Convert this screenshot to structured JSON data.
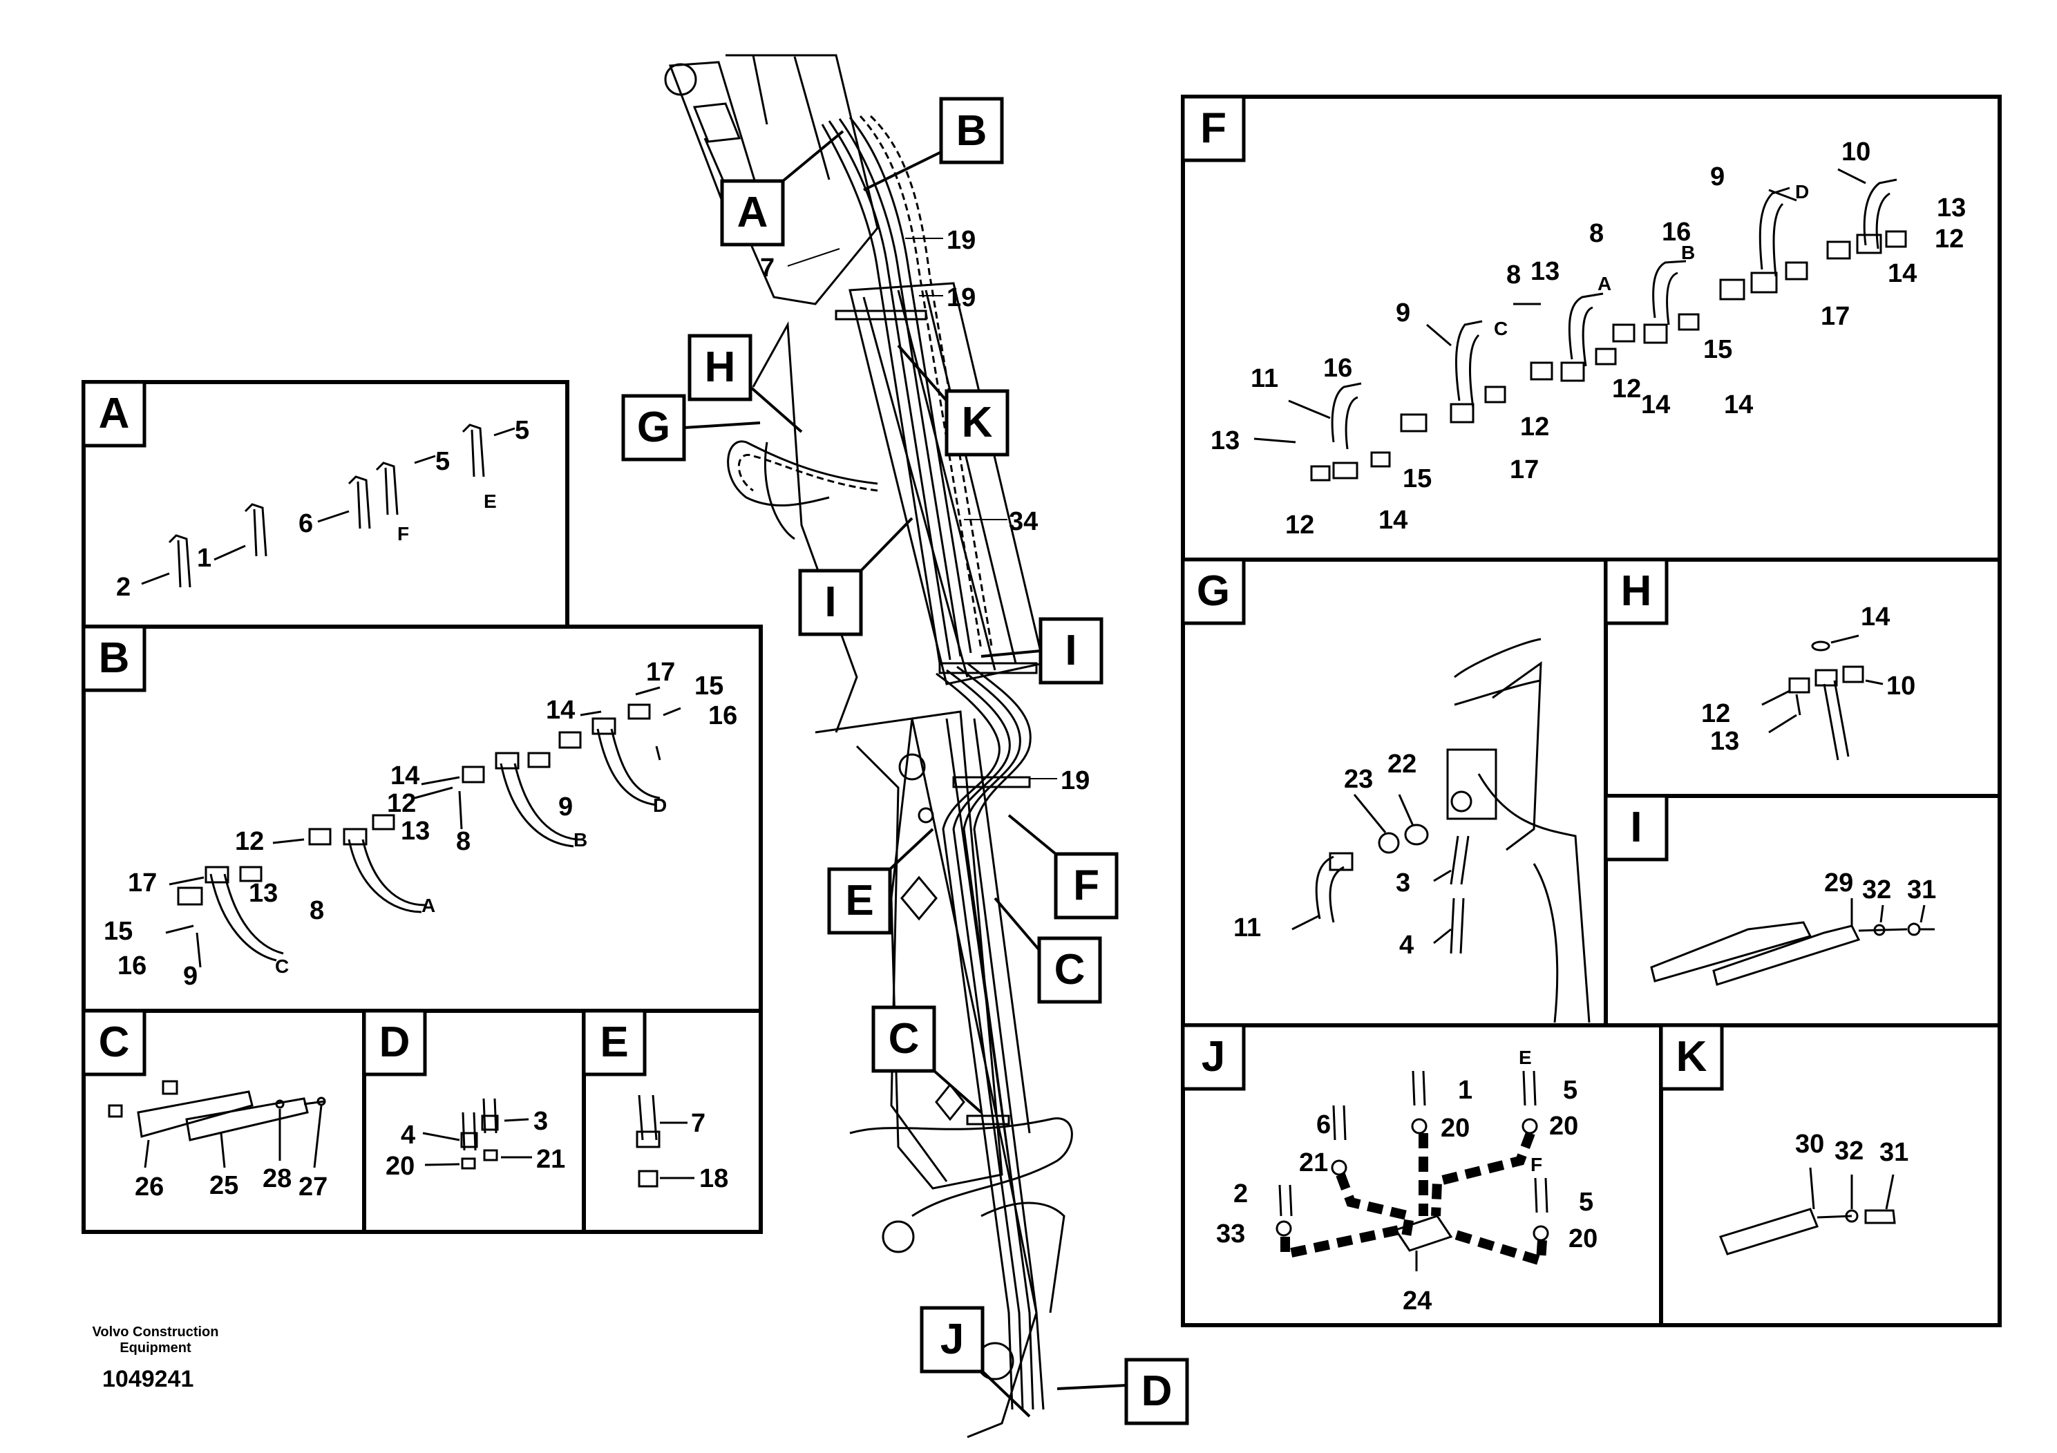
{
  "drawing": {
    "brand": "Volvo Construction Equipment",
    "document_number": "1049241"
  },
  "main_view": {
    "location_tags": [
      "A",
      "B",
      "G",
      "H",
      "K",
      "I",
      "I",
      "E",
      "F",
      "C",
      "C",
      "J",
      "D"
    ],
    "callouts": [
      "19",
      "19",
      "7",
      "34",
      "19"
    ]
  },
  "panels": {
    "A": {
      "title": "A",
      "callouts": [
        "5",
        "5",
        "E",
        "6",
        "F",
        "1",
        "2"
      ]
    },
    "B": {
      "title": "B",
      "callouts": [
        "17",
        "15",
        "16",
        "14",
        "14",
        "12",
        "13",
        "9",
        "D",
        "8",
        "B",
        "12",
        "13",
        "8",
        "A",
        "17",
        "15",
        "16",
        "9",
        "C"
      ]
    },
    "C": {
      "title": "C",
      "callouts": [
        "26",
        "25",
        "28",
        "27"
      ]
    },
    "D": {
      "title": "D",
      "callouts": [
        "3",
        "4",
        "20",
        "21"
      ]
    },
    "E": {
      "title": "E",
      "callouts": [
        "7",
        "18"
      ]
    },
    "F": {
      "title": "F",
      "callouts": [
        "10",
        "9",
        "D",
        "13",
        "12",
        "16",
        "B",
        "8",
        "14",
        "13",
        "A",
        "8",
        "17",
        "9",
        "C",
        "15",
        "12",
        "14",
        "14",
        "16",
        "11",
        "12",
        "13",
        "15",
        "17",
        "12",
        "14"
      ]
    },
    "G": {
      "title": "G",
      "callouts": [
        "23",
        "22",
        "11",
        "3",
        "4"
      ]
    },
    "H": {
      "title": "H",
      "callouts": [
        "14",
        "10",
        "12",
        "13"
      ]
    },
    "I": {
      "title": "I",
      "callouts": [
        "29",
        "32",
        "31"
      ]
    },
    "J": {
      "title": "J",
      "callouts": [
        "E",
        "1",
        "5",
        "6",
        "20",
        "20",
        "21",
        "F",
        "2",
        "5",
        "33",
        "20",
        "24"
      ]
    },
    "K": {
      "title": "K",
      "callouts": [
        "30",
        "32",
        "31"
      ]
    }
  }
}
